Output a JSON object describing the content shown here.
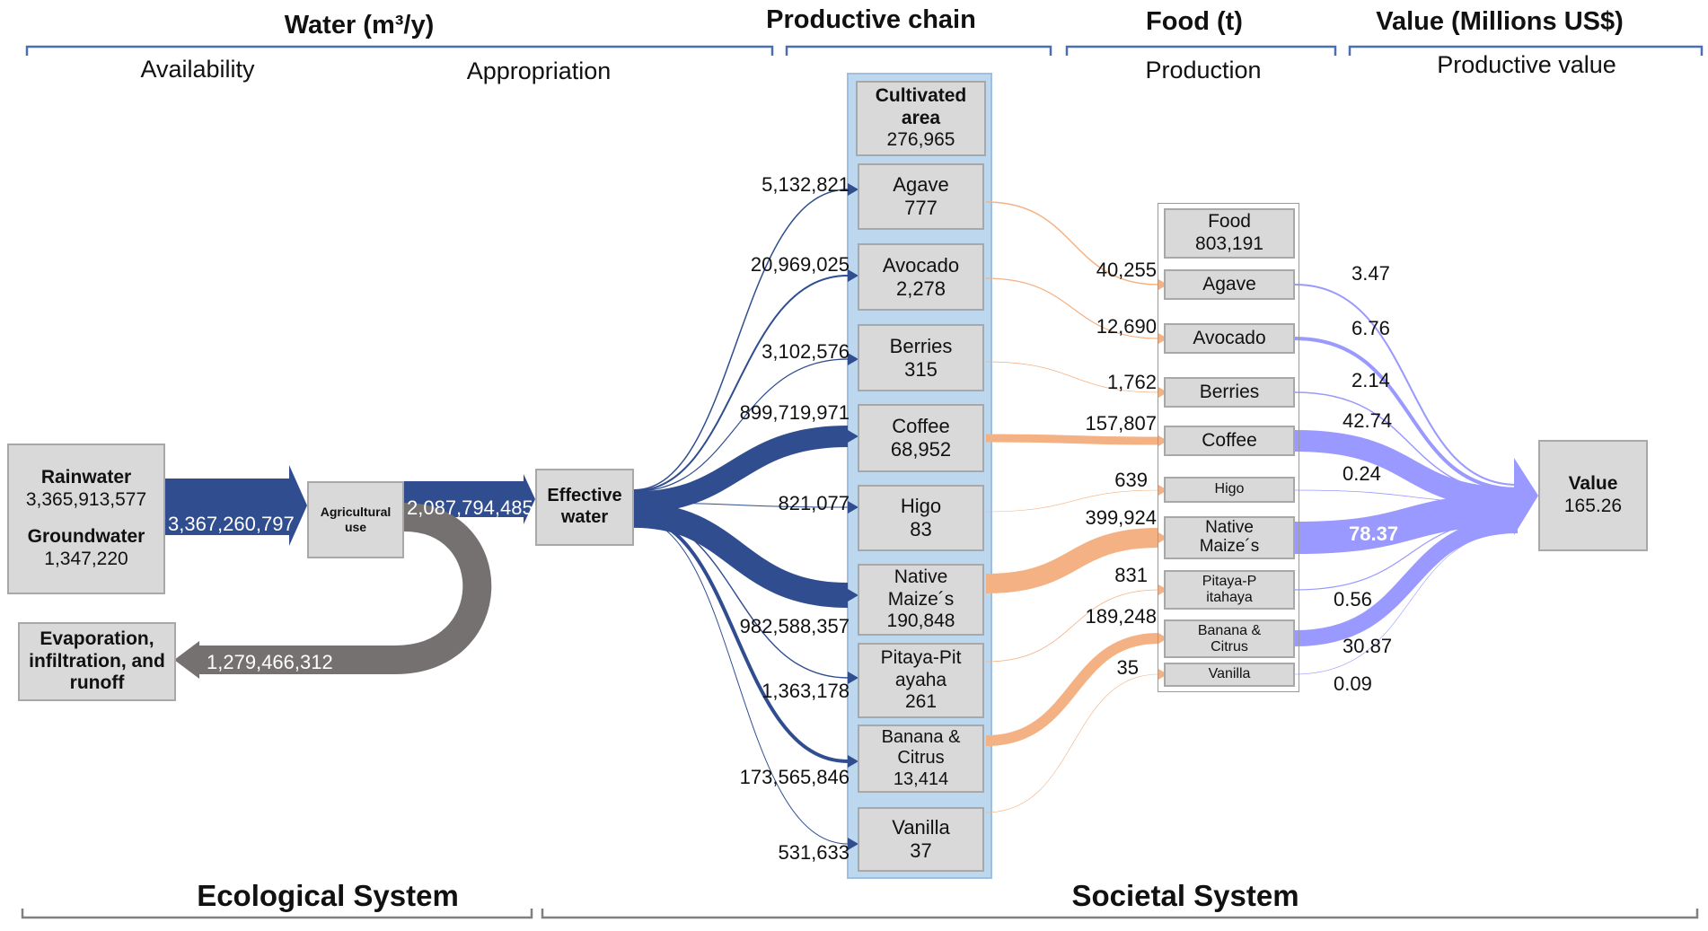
{
  "headers": {
    "water": "Water (m³/y)",
    "productive_chain": "Productive chain",
    "food": "Food (t)",
    "value": "Value (Millions US$)"
  },
  "subheaders": {
    "availability": "Availability",
    "appropriation": "Appropriation",
    "production": "Production",
    "productive_value": "Productive value"
  },
  "systems": {
    "ecological": "Ecological System",
    "societal": "Societal System"
  },
  "sources": {
    "rainwater_label": "Rainwater",
    "rainwater_value": "3,365,913,577",
    "groundwater_label": "Groundwater",
    "groundwater_value": "1,347,220"
  },
  "nodes": {
    "agricultural_use": "Agricultural use",
    "effective_water": "Effective water",
    "losses": "Evaporation, infiltration, and runoff"
  },
  "flows": {
    "to_agricultural_use": "3,367,260,797",
    "to_effective_water": "2,087,794,485",
    "to_losses": "1,279,466,312"
  },
  "cultivated": {
    "title": "Cultivated area",
    "total": "276,965",
    "crops": [
      {
        "name": "Agave",
        "area": "777",
        "water": "5,132,821"
      },
      {
        "name": "Avocado",
        "area": "2,278",
        "water": "20,969,025"
      },
      {
        "name": "Berries",
        "area": "315",
        "water": "3,102,576"
      },
      {
        "name": "Coffee",
        "area": "68,952",
        "water": "899,719,971"
      },
      {
        "name": "Higo",
        "area": "83",
        "water": "821,077"
      },
      {
        "name": "Native Maize´s",
        "area": "190,848",
        "water": "982,588,357"
      },
      {
        "name": "Pitaya-Pitayaha",
        "area": "261",
        "water": "1,363,178"
      },
      {
        "name": "Banana & Citrus",
        "area": "13,414",
        "water": "173,565,846"
      },
      {
        "name": "Vanilla",
        "area": "37",
        "water": "531,633"
      }
    ]
  },
  "food": {
    "title": "Food",
    "total": "803,191",
    "items": [
      {
        "name": "Agave",
        "tons": "40,255",
        "value": "3.47"
      },
      {
        "name": "Avocado",
        "tons": "12,690",
        "value": "6.76"
      },
      {
        "name": "Berries",
        "tons": "1,762",
        "value": "2.14"
      },
      {
        "name": "Coffee",
        "tons": "157,807",
        "value": "42.74"
      },
      {
        "name": "Higo",
        "tons": "639",
        "value": "0.24"
      },
      {
        "name": "Native Maize´s",
        "tons": "399,924",
        "value": "78.37"
      },
      {
        "name": "Pitaya-Pitahaya",
        "tons": "831",
        "value": "0.56"
      },
      {
        "name": "Banana & Citrus",
        "tons": "189,248",
        "value": "30.87"
      },
      {
        "name": "Vanilla",
        "tons": "35",
        "value": "0.09"
      }
    ]
  },
  "value_node": {
    "title": "Value",
    "total": "165.26"
  },
  "colors": {
    "water_flow": "#2f4d8f",
    "loss_flow": "#767171",
    "food_flow": "#f4b183",
    "value_flow": "#9999ff",
    "bracket": "#4a6fb5",
    "system_bracket": "#808080",
    "box_fill": "#d9d9d9",
    "column_fill": "#bdd7ee"
  }
}
